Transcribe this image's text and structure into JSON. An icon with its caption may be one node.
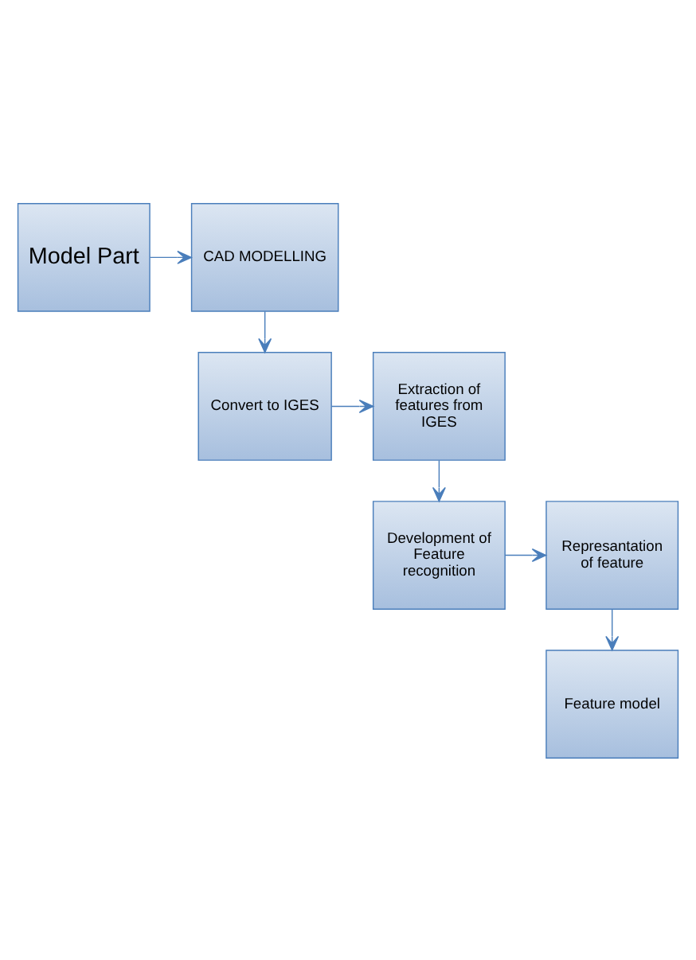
{
  "diagram": {
    "nodes": [
      {
        "text": [
          "Model Part"
        ]
      },
      {
        "text": [
          "CAD MODELLING"
        ]
      },
      {
        "text": [
          "Convert to IGES"
        ]
      },
      {
        "text": [
          "Extraction of features from IGES"
        ]
      },
      {
        "text": [
          "Development of Feature recognition"
        ]
      },
      {
        "text": [
          "Represantation of feature"
        ]
      },
      {
        "text": [
          "Feature model"
        ]
      }
    ],
    "edges": [
      {
        "from": 0,
        "to": 1,
        "arrow": "to"
      },
      {
        "from": 1,
        "to": 2,
        "arrow": "to"
      },
      {
        "from": 2,
        "to": 3,
        "arrow": "to"
      },
      {
        "from": 3,
        "to": 4,
        "arrow": "to"
      },
      {
        "from": 4,
        "to": 5,
        "arrow": "to"
      },
      {
        "from": 5,
        "to": 6,
        "arrow": "to"
      }
    ]
  }
}
